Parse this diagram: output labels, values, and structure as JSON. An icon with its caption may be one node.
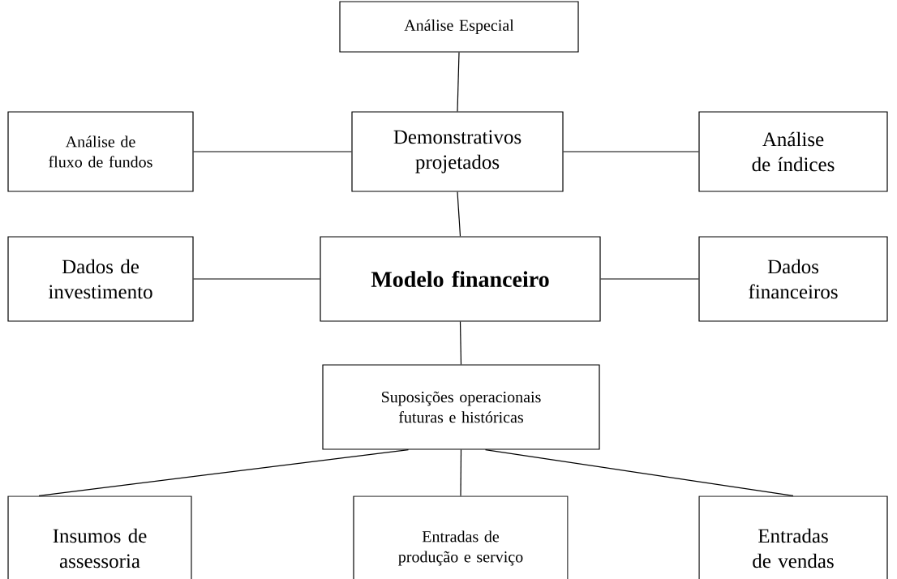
{
  "diagram": {
    "nodes": [
      {
        "text": [
          "Análise Especial"
        ]
      },
      {
        "text": [
          "Análise de fluxo de fundos"
        ]
      },
      {
        "text": [
          "Demonstrativos projetados"
        ]
      },
      {
        "text": [
          "Análise de índices"
        ]
      },
      {
        "text": [
          "Dados de investimento"
        ]
      },
      {
        "text": [
          "Modelo financeiro"
        ]
      },
      {
        "text": [
          "Dados financeiros"
        ]
      },
      {
        "text": [
          "Suposições operacionais futuras e históricas"
        ]
      },
      {
        "text": [
          "Insumos de assessoria"
        ]
      },
      {
        "text": [
          "Entradas de produção e serviço"
        ]
      },
      {
        "text": [
          "Entradas de vendas"
        ]
      }
    ],
    "edges": [
      {
        "from": 0,
        "to": 2,
        "arrow": "none"
      },
      {
        "from": 1,
        "to": 2,
        "arrow": "none"
      },
      {
        "from": 2,
        "to": 3,
        "arrow": "none"
      },
      {
        "from": 2,
        "to": 5,
        "arrow": "none"
      },
      {
        "from": 4,
        "to": 5,
        "arrow": "none"
      },
      {
        "from": 5,
        "to": 6,
        "arrow": "none"
      },
      {
        "from": 5,
        "to": 7,
        "arrow": "none"
      },
      {
        "from": 7,
        "to": 8,
        "arrow": "none"
      },
      {
        "from": 7,
        "to": 9,
        "arrow": "none"
      },
      {
        "from": 7,
        "to": 10,
        "arrow": "none"
      }
    ]
  }
}
